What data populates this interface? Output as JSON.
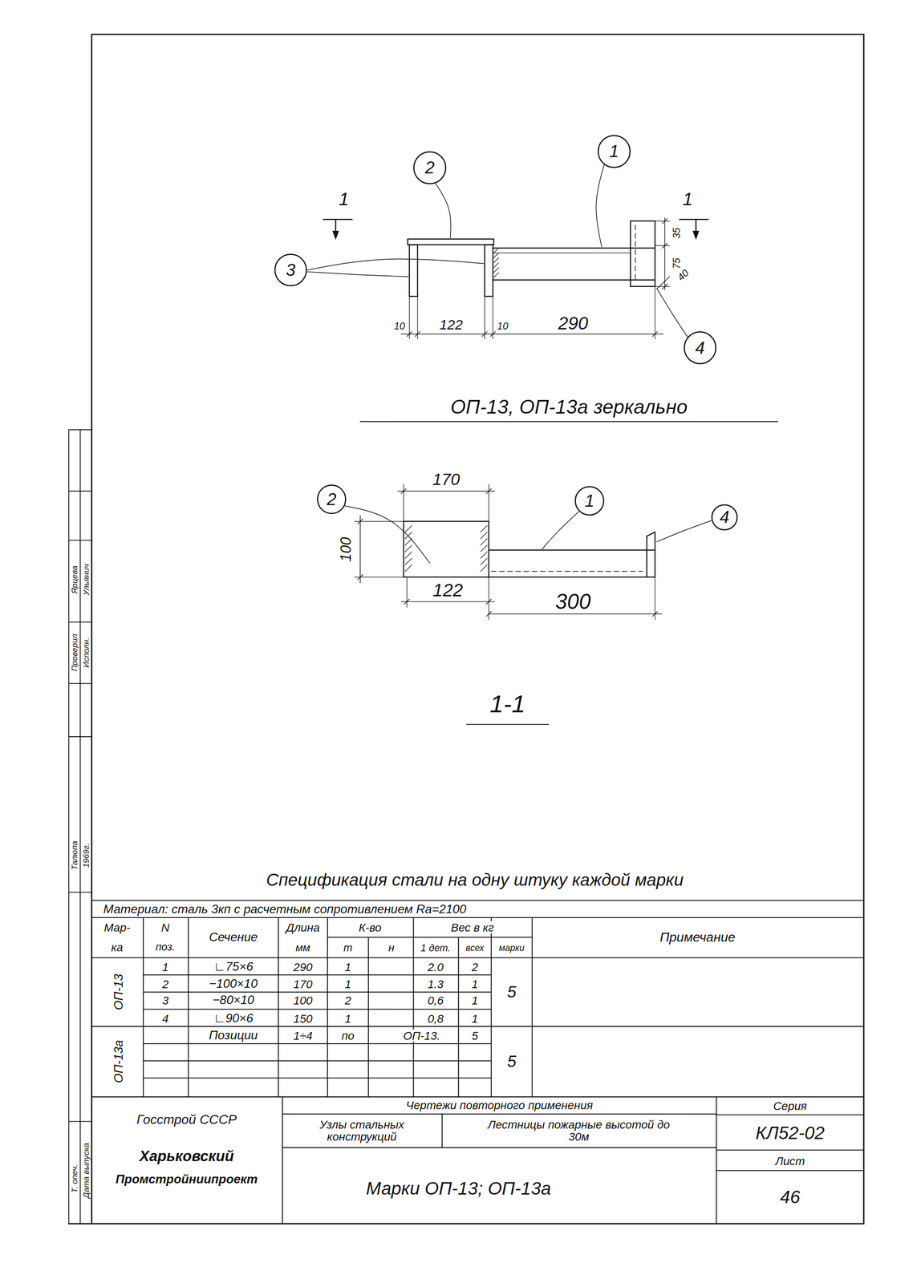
{
  "diagram": {
    "nodes": [
      {
        "text": [
          "2"
        ]
      },
      {
        "text": [
          "1"
        ]
      },
      {
        "text": [
          "3"
        ]
      },
      {
        "text": [
          "4"
        ]
      },
      {
        "text": [
          "2"
        ]
      },
      {
        "text": [
          "1"
        ]
      },
      {
        "text": [
          "4"
        ]
      }
    ],
    "labels": [
      "1",
      "1",
      "10",
      "122",
      "10",
      "290",
      "35",
      "75",
      "40",
      "ОП-13, ОП-13а зеркально",
      "170",
      "100",
      "122",
      "300",
      "1-1",
      "Спецификация стали на одну штуку каждой марки",
      "Материал: сталь 3кп с расчетным сопротивлением Ra=2100",
      "Мар-",
      "ка",
      "N",
      "поз.",
      "Сечение",
      "Длина",
      "мм",
      "К-во",
      "т",
      "н",
      "Вес в кг",
      "1 дет.",
      "всех",
      "марки",
      "Примечание",
      "ОП-13",
      "1",
      "∟75×6",
      "290",
      "1",
      "2.0",
      "2",
      "2",
      "−100×10",
      "170",
      "1",
      "1.3",
      "1",
      "3",
      "−80×10",
      "100",
      "2",
      "0,6",
      "1",
      "4",
      "∟90×6",
      "150",
      "1",
      "0,8",
      "1",
      "5",
      "ОП-13а",
      "Позиции",
      "1÷4",
      "по",
      "ОП-13.",
      "5",
      "5",
      "Госстрой СССР",
      "Харьковский",
      "Промстройниипроект",
      "Чертежи повторного применения",
      "Узлы стальных конструкций",
      "Лестницы пожарные высотой до 30м",
      "Марки ОП-13; ОП-13а",
      "Серия",
      "КЛ52-02",
      "Лист",
      "46",
      "Проверил",
      "Ярцева",
      "Исполн.",
      "Ульянич",
      "Талюпа",
      "1969г.",
      "Т. опеч.",
      "Дата выпуска"
    ]
  }
}
